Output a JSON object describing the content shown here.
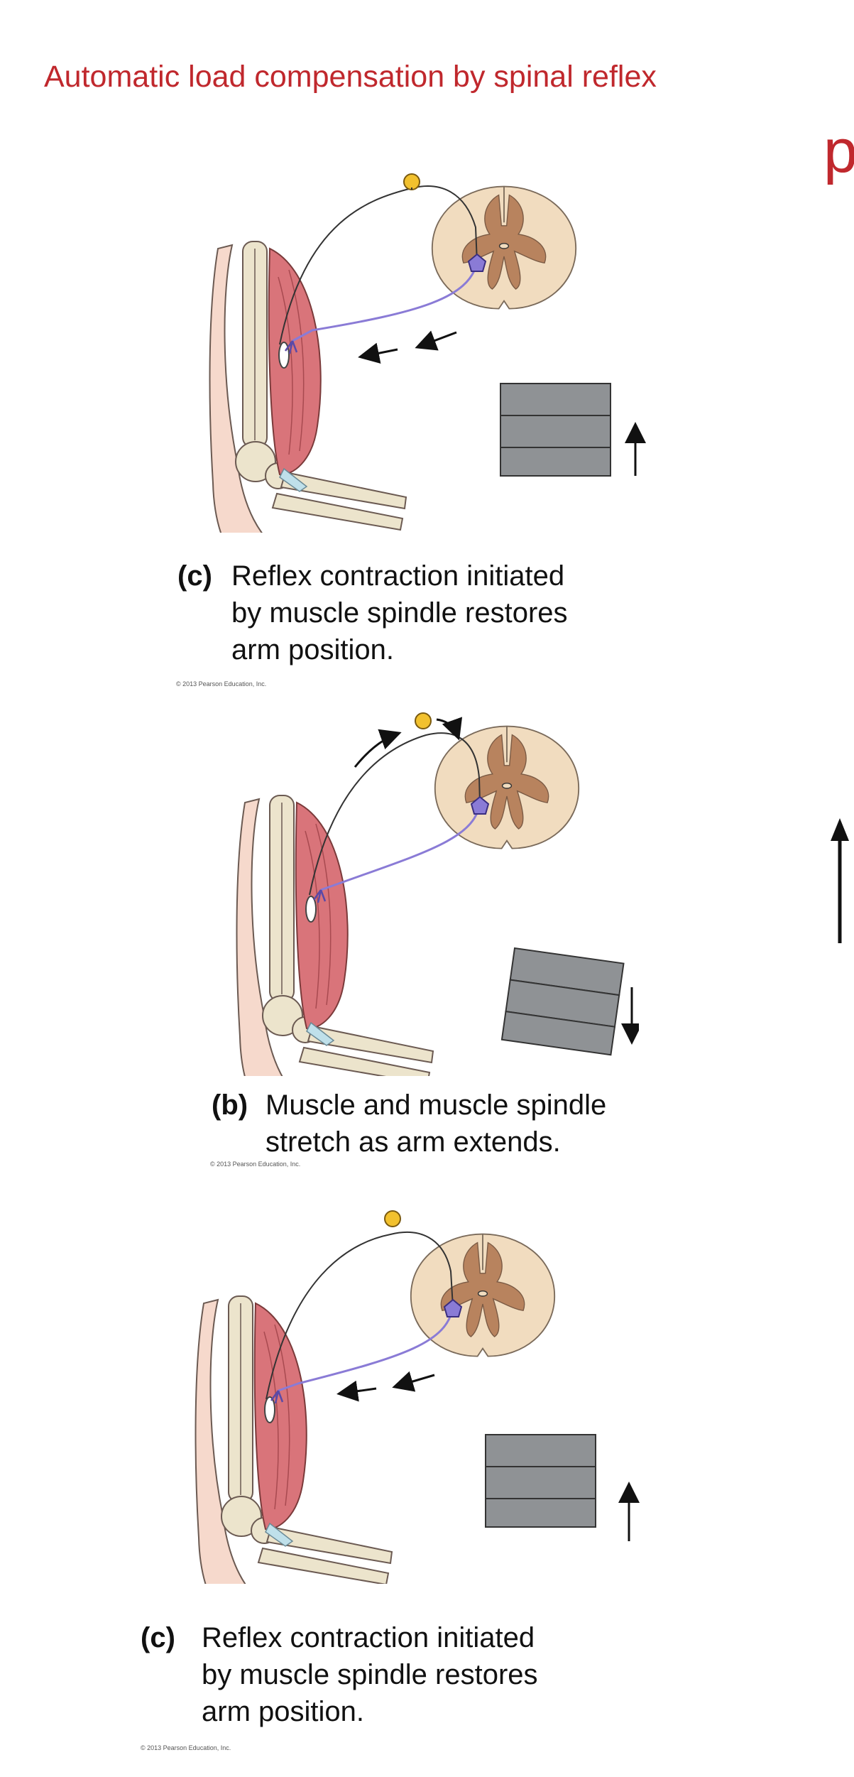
{
  "slide": {
    "title": "Automatic load compensation by spinal reflex",
    "edge_glyph": "p"
  },
  "panels": [
    {
      "tag": "(c)",
      "lines": [
        "Reflex contraction initiated",
        "by muscle spindle restores",
        "arm position."
      ],
      "copyright": "© 2013 Pearson Education, Inc.",
      "load_direction": "up"
    },
    {
      "tag": "(b)",
      "lines": [
        "Muscle and muscle spindle",
        "stretch as arm extends."
      ],
      "copyright": "© 2013 Pearson Education, Inc.",
      "load_direction": "down"
    },
    {
      "tag": "(c)",
      "lines": [
        "Reflex contraction initiated",
        "by muscle spindle restores",
        "arm position."
      ],
      "copyright": "© 2013 Pearson Education, Inc.",
      "load_direction": "up"
    }
  ],
  "colors": {
    "title": "#c0282d",
    "skin": "#f6d9cc",
    "muscle": "#d9747a",
    "bone": "#ece4cc",
    "cord_outer": "#f1dcbf",
    "cord_gray": "#b8835e",
    "neuron": "#8a7bd6",
    "weight": "#8f9295",
    "ganglion": "#f2c12e"
  }
}
